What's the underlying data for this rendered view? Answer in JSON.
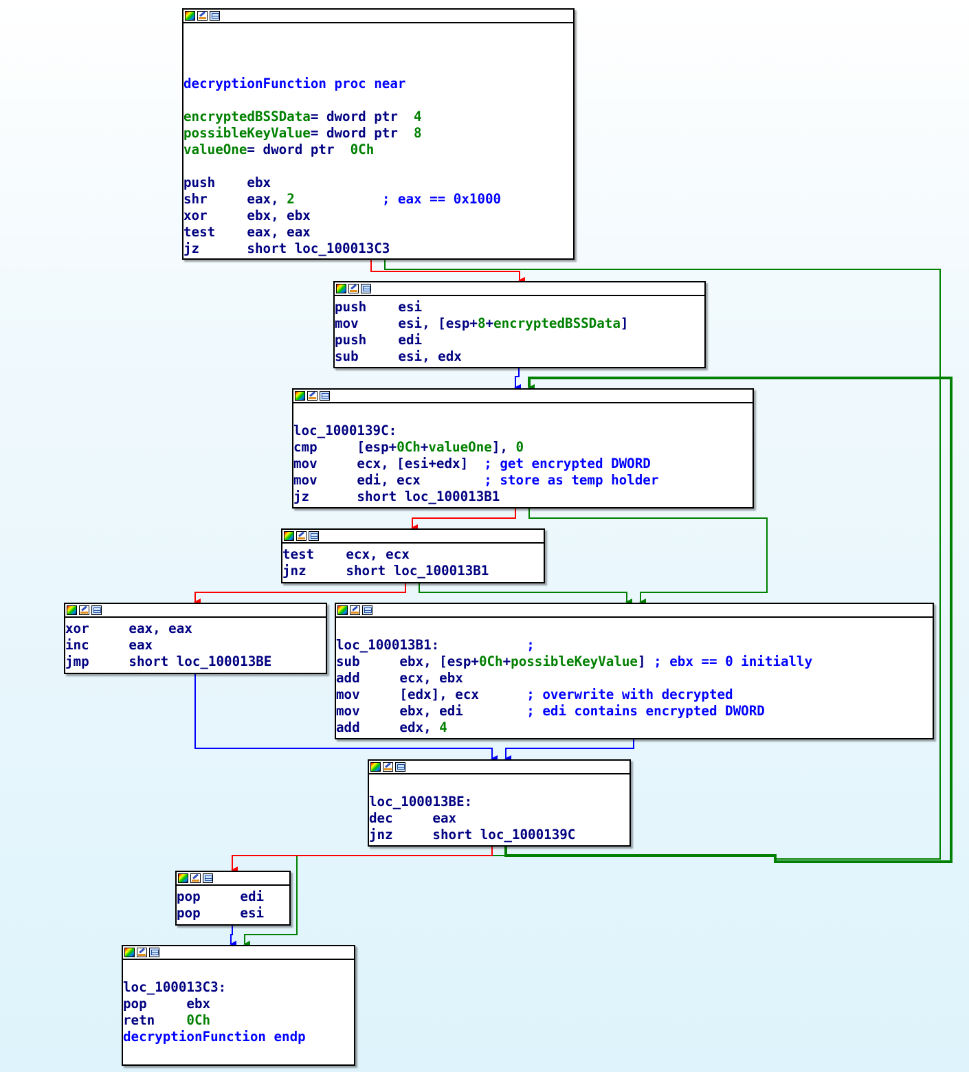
{
  "blocks": [
    {
      "id": "b1",
      "lines": [
        [],
        [],
        [],
        [
          {
            "t": "decryptionFunction proc near",
            "c": "name"
          }
        ],
        [],
        [
          {
            "t": "encryptedBSSData",
            "c": "var"
          },
          {
            "t": "= dword ptr  ",
            "c": "plain"
          },
          {
            "t": "4",
            "c": "num"
          }
        ],
        [
          {
            "t": "possibleKeyValue",
            "c": "var"
          },
          {
            "t": "= dword ptr  ",
            "c": "plain"
          },
          {
            "t": "8",
            "c": "num"
          }
        ],
        [
          {
            "t": "valueOne",
            "c": "var"
          },
          {
            "t": "= dword ptr  ",
            "c": "plain"
          },
          {
            "t": "0Ch",
            "c": "num"
          }
        ],
        [],
        [
          {
            "t": "push    ebx",
            "c": "plain"
          }
        ],
        [
          {
            "t": "shr     eax, ",
            "c": "plain"
          },
          {
            "t": "2",
            "c": "num"
          },
          {
            "t": "           ; eax == 0x1000",
            "c": "cmt"
          }
        ],
        [
          {
            "t": "xor     ebx, ebx",
            "c": "plain"
          }
        ],
        [
          {
            "t": "test    eax, eax",
            "c": "plain"
          }
        ],
        [
          {
            "t": "jz      short loc_100013C3",
            "c": "plain"
          }
        ]
      ]
    },
    {
      "id": "b2",
      "lines": [
        [
          {
            "t": "push    esi",
            "c": "plain"
          }
        ],
        [
          {
            "t": "mov     esi, [esp+",
            "c": "plain"
          },
          {
            "t": "8",
            "c": "num"
          },
          {
            "t": "+",
            "c": "plain"
          },
          {
            "t": "encryptedBSSData",
            "c": "var"
          },
          {
            "t": "]",
            "c": "plain"
          }
        ],
        [
          {
            "t": "push    edi",
            "c": "plain"
          }
        ],
        [
          {
            "t": "sub     esi, edx",
            "c": "plain"
          }
        ]
      ]
    },
    {
      "id": "b3",
      "lines": [
        [],
        [
          {
            "t": "loc_1000139C:",
            "c": "lbl"
          }
        ],
        [
          {
            "t": "cmp     [esp+",
            "c": "plain"
          },
          {
            "t": "0Ch",
            "c": "num"
          },
          {
            "t": "+",
            "c": "plain"
          },
          {
            "t": "valueOne",
            "c": "var"
          },
          {
            "t": "], ",
            "c": "plain"
          },
          {
            "t": "0",
            "c": "num"
          }
        ],
        [
          {
            "t": "mov     ecx, [esi+edx]  ",
            "c": "plain"
          },
          {
            "t": "; get encrypted DWORD",
            "c": "cmt"
          }
        ],
        [
          {
            "t": "mov     edi, ecx        ",
            "c": "plain"
          },
          {
            "t": "; store as temp holder",
            "c": "cmt"
          }
        ],
        [
          {
            "t": "jz      short loc_100013B1",
            "c": "plain"
          }
        ]
      ]
    },
    {
      "id": "b4",
      "lines": [
        [
          {
            "t": "test    ecx, ecx",
            "c": "plain"
          }
        ],
        [
          {
            "t": "jnz     short loc_100013B1",
            "c": "plain"
          }
        ]
      ]
    },
    {
      "id": "b5",
      "lines": [
        [
          {
            "t": "xor     eax, eax",
            "c": "plain"
          }
        ],
        [
          {
            "t": "inc     eax",
            "c": "plain"
          }
        ],
        [
          {
            "t": "jmp     short loc_100013BE",
            "c": "plain"
          }
        ]
      ]
    },
    {
      "id": "b6",
      "lines": [
        [],
        [
          {
            "t": "loc_100013B1:",
            "c": "lbl"
          },
          {
            "t": "           ;",
            "c": "cmt"
          }
        ],
        [
          {
            "t": "sub     ebx, [esp+",
            "c": "plain"
          },
          {
            "t": "0Ch",
            "c": "num"
          },
          {
            "t": "+",
            "c": "plain"
          },
          {
            "t": "possibleKeyValue",
            "c": "var"
          },
          {
            "t": "] ",
            "c": "plain"
          },
          {
            "t": "; ebx == 0 initially",
            "c": "cmt"
          }
        ],
        [
          {
            "t": "add     ecx, ebx",
            "c": "plain"
          }
        ],
        [
          {
            "t": "mov     [edx], ecx      ",
            "c": "plain"
          },
          {
            "t": "; overwrite with decrypted",
            "c": "cmt"
          }
        ],
        [
          {
            "t": "mov     ebx, edi        ",
            "c": "plain"
          },
          {
            "t": "; edi contains encrypted DWORD",
            "c": "cmt"
          }
        ],
        [
          {
            "t": "add     edx, ",
            "c": "plain"
          },
          {
            "t": "4",
            "c": "num"
          }
        ]
      ]
    },
    {
      "id": "b7",
      "lines": [
        [],
        [
          {
            "t": "loc_100013BE:",
            "c": "lbl"
          }
        ],
        [
          {
            "t": "dec     eax",
            "c": "plain"
          }
        ],
        [
          {
            "t": "jnz     short loc_1000139C",
            "c": "plain"
          }
        ]
      ]
    },
    {
      "id": "b8",
      "lines": [
        [
          {
            "t": "pop     edi",
            "c": "plain"
          }
        ],
        [
          {
            "t": "pop     esi",
            "c": "plain"
          }
        ]
      ]
    },
    {
      "id": "b9",
      "lines": [
        [],
        [
          {
            "t": "loc_100013C3:",
            "c": "lbl"
          }
        ],
        [
          {
            "t": "pop     ebx",
            "c": "plain"
          }
        ],
        [
          {
            "t": "retn    ",
            "c": "plain"
          },
          {
            "t": "0Ch",
            "c": "num"
          }
        ],
        [
          {
            "t": "decryptionFunction endp",
            "c": "name"
          }
        ]
      ]
    }
  ],
  "edge_colors": {
    "false_branch": "#ff0000",
    "true_branch": "#008000",
    "unconditional": "#0000ff"
  }
}
